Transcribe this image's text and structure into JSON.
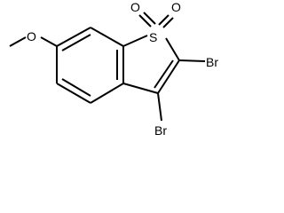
{
  "molecule": {
    "atoms": {
      "methoxy_oxygen": "O",
      "sulfur": "S",
      "sulfonyl_oxygen_left": "O",
      "sulfonyl_oxygen_right": "O",
      "bromine_c2": "Br",
      "bromine_c3": "Br"
    }
  },
  "colors": {
    "bond": "#000000",
    "label": "#000000",
    "background": "#ffffff"
  }
}
